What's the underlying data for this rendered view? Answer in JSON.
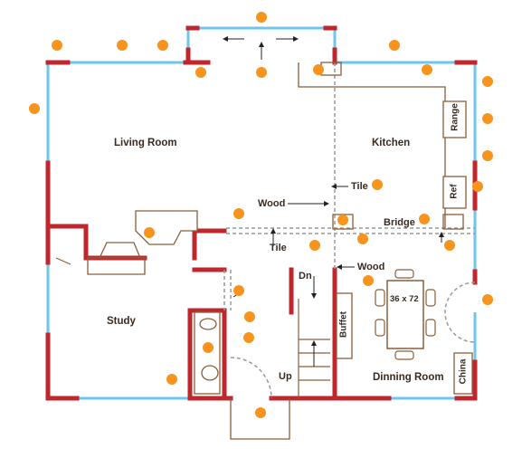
{
  "rooms": {
    "living_room": "Living Room",
    "kitchen": "Kitchen",
    "study": "Study",
    "dining_room": "Dinning Room"
  },
  "fixtures": {
    "range": "Range",
    "ref": "Ref",
    "buffet": "Buffet",
    "china": "China",
    "table_size": "36 x 72"
  },
  "flooring": {
    "tile_top": "Tile",
    "wood_left": "Wood",
    "tile_left": "Tile",
    "bridge": "Bridge",
    "wood_right": "Wood"
  },
  "stairs": {
    "down": "Dn",
    "up": "Up"
  },
  "colors": {
    "wall": "#c0272d",
    "window": "#6ec5ee",
    "marker": "#f7941d",
    "fixture_line": "#8b5e3c",
    "dashed": "#999999"
  }
}
